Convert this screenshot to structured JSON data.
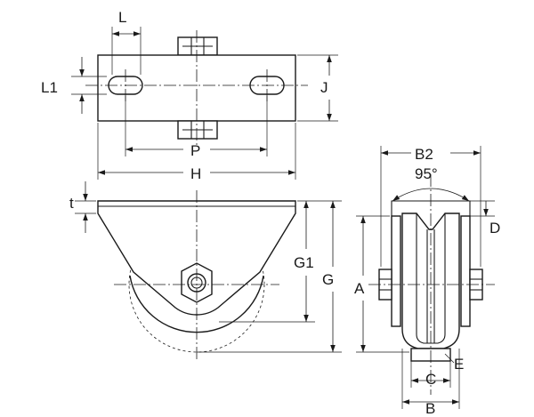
{
  "labels": {
    "L": "L",
    "L1": "L1",
    "J": "J",
    "P": "P",
    "H": "H",
    "t": "t",
    "G1": "G1",
    "G": "G",
    "B2": "B2",
    "angle": "95°",
    "D": "D",
    "A": "A",
    "E": "E",
    "C": "C",
    "B": "B"
  }
}
